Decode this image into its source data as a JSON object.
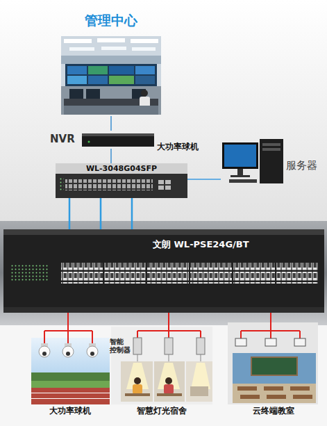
{
  "diagram": {
    "nodes": [
      {
        "text": [
          "管理中心"
        ]
      },
      {
        "text": [
          "NVR"
        ]
      },
      {
        "text": [
          "WL-3048G04SFP"
        ]
      },
      {
        "text": [
          "服务器"
        ]
      },
      {
        "text": [
          "文朗 WL-PSE24G/BT"
        ]
      },
      {
        "text": [
          "大功率球机"
        ]
      },
      {
        "text": [
          "智能 控制器",
          "智慧灯光宿舍"
        ]
      },
      {
        "text": [
          "云终端教室"
        ]
      }
    ],
    "edges": [
      {
        "from": 0,
        "to": 1,
        "arrow": "none"
      },
      {
        "from": 1,
        "to": 2,
        "arrow": "none"
      },
      {
        "from": 2,
        "to": 3,
        "arrow": "none"
      },
      {
        "from": 2,
        "to": 4,
        "arrow": "none"
      },
      {
        "from": 2,
        "to": 4,
        "arrow": "none"
      },
      {
        "from": 2,
        "to": 4,
        "arrow": "none"
      },
      {
        "from": 4,
        "to": 5,
        "arrow": "none"
      },
      {
        "from": 4,
        "to": 6,
        "arrow": "none"
      },
      {
        "from": 4,
        "to": 7,
        "arrow": "none"
      }
    ],
    "labels": [
      "大功率球机"
    ]
  }
}
